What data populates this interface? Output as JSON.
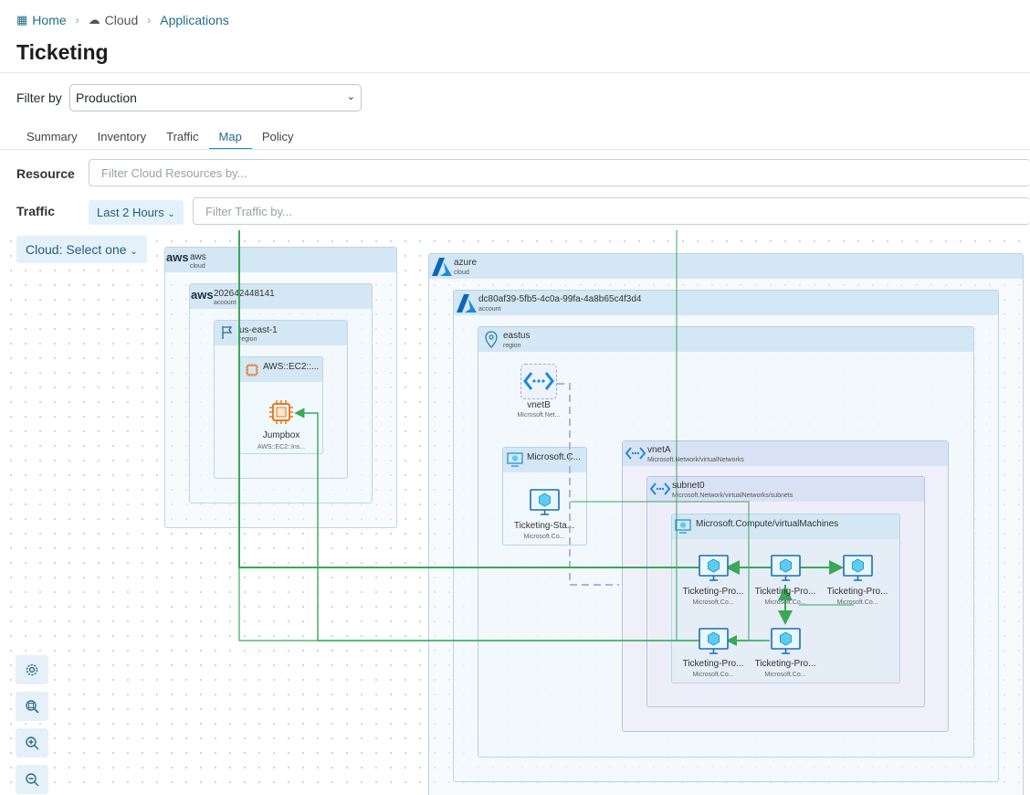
{
  "breadcrumb": {
    "home": "Home",
    "cloud": "Cloud",
    "applications": "Applications"
  },
  "page_title": "Ticketing",
  "filter": {
    "label": "Filter by",
    "value": "Production"
  },
  "tabs": [
    "Summary",
    "Inventory",
    "Traffic",
    "Map",
    "Policy"
  ],
  "active_tab": "Map",
  "resource": {
    "label": "Resource",
    "placeholder": "Filter Cloud Resources by..."
  },
  "traffic": {
    "label": "Traffic",
    "time_range": "Last 2 Hours",
    "placeholder": "Filter Traffic by..."
  },
  "cloud_select": "Cloud: Select one",
  "map": {
    "aws": {
      "name": "aws",
      "type": "cloud",
      "logo": "aws"
    },
    "aws_account": {
      "name": "202642448141",
      "type": "account"
    },
    "aws_region": {
      "name": "us-east-1",
      "type": "region"
    },
    "aws_ec2_group": {
      "name": "AWS::EC2::..."
    },
    "jumpbox": {
      "name": "Jumpbox",
      "type": "AWS::EC2::Ins..."
    },
    "azure": {
      "name": "azure",
      "type": "cloud"
    },
    "azure_account": {
      "name": "dc80af39-5fb5-4c0a-99fa-4a8b65c4f3d4",
      "type": "account"
    },
    "eastus": {
      "name": "eastus",
      "type": "region"
    },
    "vnetB": {
      "name": "vnetB",
      "type": "Microsoft.Net..."
    },
    "compute_group_small": {
      "name": "Microsoft.C..."
    },
    "staging": {
      "name": "Ticketing-Sta...",
      "type": "Microsoft.Co..."
    },
    "vnetA": {
      "name": "vnetA",
      "type": "Microsoft.Network/virtualNetworks"
    },
    "subnet0": {
      "name": "subnet0",
      "type": "Microsoft.Network/virtualNetworks/subnets"
    },
    "vm_group": {
      "name": "Microsoft.Compute/virtualMachines"
    },
    "vms": [
      {
        "name": "Ticketing-Pro...",
        "type": "Microsoft.Co..."
      },
      {
        "name": "Ticketing-Pro...",
        "type": "Microsoft.Co..."
      },
      {
        "name": "Ticketing-Pro...",
        "type": "Microsoft.Co..."
      },
      {
        "name": "Ticketing-Pro...",
        "type": "Microsoft.Co..."
      },
      {
        "name": "Ticketing-Pro...",
        "type": "Microsoft.Co..."
      }
    ]
  },
  "controls": [
    "settings-icon",
    "zoom-fit-icon",
    "zoom-in-icon",
    "zoom-out-icon"
  ],
  "colors": {
    "accent": "#1f8fbf",
    "traffic_line": "#3aa857",
    "azure": "#0072c6",
    "aws_orange": "#e8781f"
  }
}
